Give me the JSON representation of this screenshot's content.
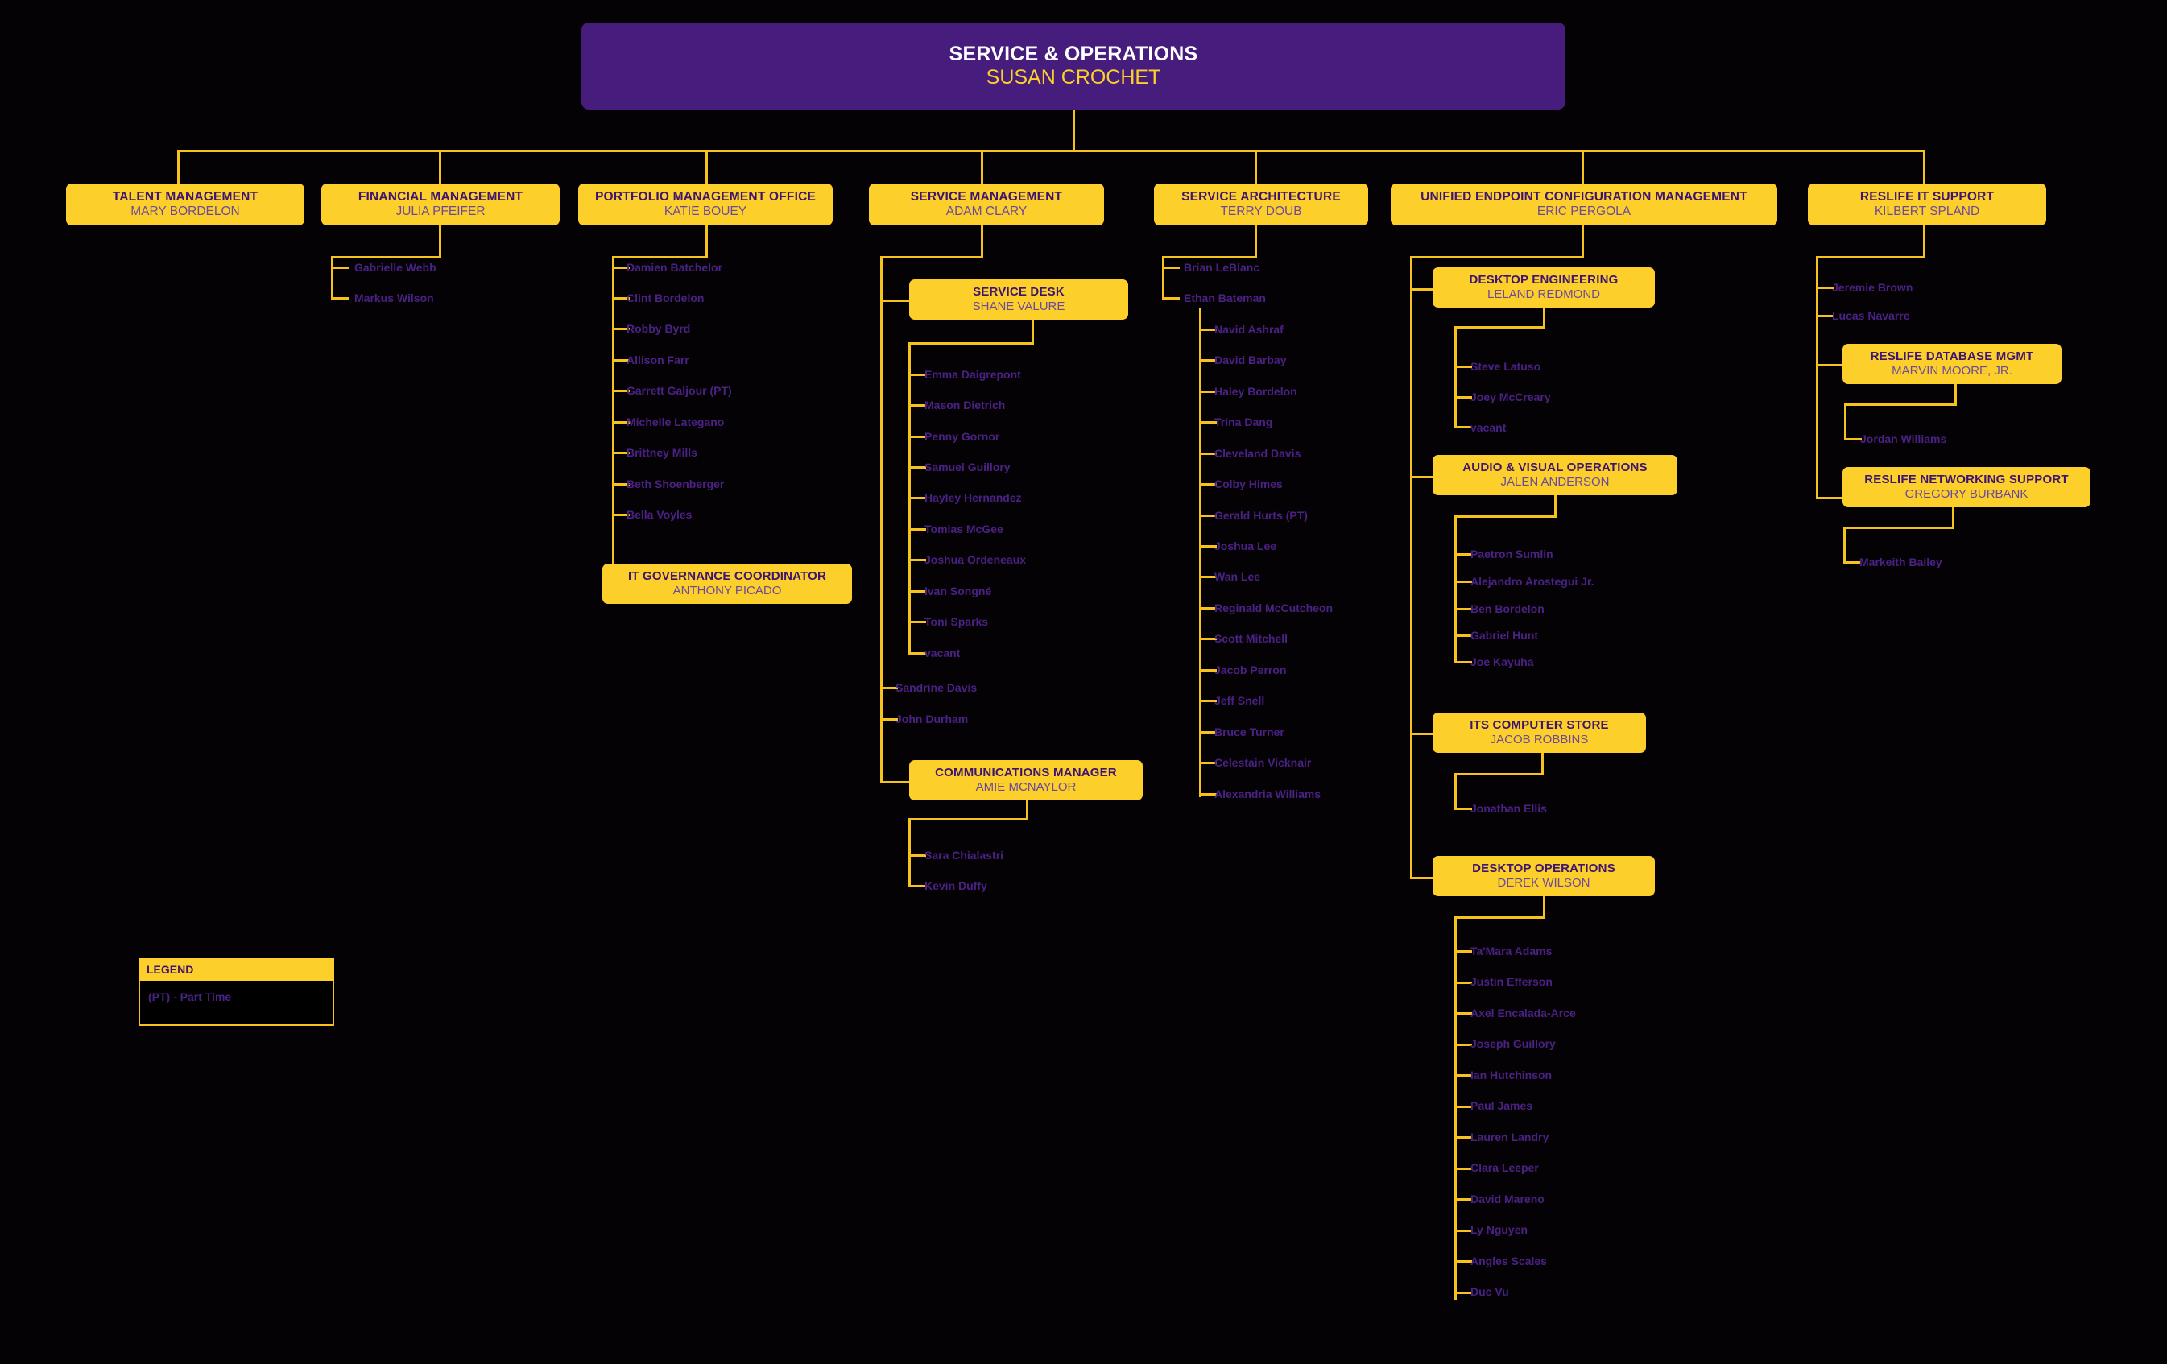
{
  "colors": {
    "purple": "#461D7C",
    "gold": "#FDCF2B",
    "line": "#F5C31C",
    "background": "#000000",
    "name_text": "#4A2184",
    "subtitle_on_gold": "#6B4A9C"
  },
  "root": {
    "title": "SERVICE & OPERATIONS",
    "person": "SUSAN CROCHET"
  },
  "departments": [
    {
      "id": "talent-management",
      "title": "TALENT MANAGEMENT",
      "person": "MARY BORDELON",
      "reports": []
    },
    {
      "id": "financial-management",
      "title": "FINANCIAL MANAGEMENT",
      "person": "JULIA PFEIFER",
      "reports": [
        "Gabrielle Webb",
        "Markus Wilson"
      ]
    },
    {
      "id": "portfolio-management-office",
      "title": "PORTFOLIO MANAGEMENT OFFICE",
      "person": "KATIE BOUEY",
      "reports": [
        "Damien Batchelor",
        "Clint Bordelon",
        "Robby Byrd",
        "Allison Farr",
        "Garrett Galjour (PT)",
        "Michelle Lategano",
        "Brittney Mills",
        "Beth Shoenberger",
        "Bella Voyles"
      ],
      "sub_units": [
        {
          "id": "it-governance-coordinator",
          "title": "IT GOVERNANCE COORDINATOR",
          "person": "ANTHONY PICADO",
          "reports": []
        }
      ]
    },
    {
      "id": "service-management",
      "title": "SERVICE MANAGEMENT",
      "person": "ADAM CLARY",
      "reports": [
        "Sandrine Davis",
        "John Durham"
      ],
      "sub_units": [
        {
          "id": "service-desk",
          "title": "SERVICE DESK",
          "person": "SHANE VALURE",
          "reports": [
            "Emma Daigrepont",
            "Mason Dietrich",
            "Penny Gornor",
            "Samuel Guillory",
            "Hayley Hernandez",
            "Tomias McGee",
            "Joshua Ordeneaux",
            "Ivan Songné",
            "Toni Sparks",
            "vacant"
          ]
        },
        {
          "id": "communications-manager",
          "title": "COMMUNICATIONS MANAGER",
          "person": "AMIE MCNAYLOR",
          "reports": [
            "Sara Chialastri",
            "Kevin Duffy"
          ]
        }
      ]
    },
    {
      "id": "service-architecture",
      "title": "SERVICE ARCHITECTURE",
      "person": "TERRY DOUB",
      "reports": [
        "Brian LeBlanc",
        "Ethan Bateman"
      ],
      "nested_reports": [
        "Navid Ashraf",
        "David Barbay",
        "Haley Bordelon",
        "Trina Dang",
        "Cleveland Davis",
        "Colby Himes",
        "Gerald Hurts (PT)",
        "Joshua Lee",
        "Wan Lee",
        "Reginald McCutcheon",
        "Scott Mitchell",
        "Jacob Perron",
        "Jeff Snell",
        "Bruce Turner",
        "Celestain Vicknair",
        "Alexandria Williams"
      ]
    },
    {
      "id": "unified-endpoint-configuration-management",
      "title": "UNIFIED ENDPOINT CONFIGURATION MANAGEMENT",
      "person": "ERIC PERGOLA",
      "reports": [],
      "sub_units": [
        {
          "id": "desktop-engineering",
          "title": "DESKTOP ENGINEERING",
          "person": "LELAND REDMOND",
          "reports": [
            "Steve Latuso",
            "Joey McCreary",
            "vacant"
          ]
        },
        {
          "id": "audio-visual-operations",
          "title": "AUDIO & VISUAL OPERATIONS",
          "person": "JALEN ANDERSON",
          "reports": [
            "Paetron Sumlin",
            "Alejandro Arostegui Jr.",
            "Ben Bordelon",
            "Gabriel Hunt",
            "Joe Kayuha"
          ]
        },
        {
          "id": "its-computer-store",
          "title": "ITS COMPUTER STORE",
          "person": "JACOB ROBBINS",
          "reports": [
            "Jonathan Ellis"
          ]
        },
        {
          "id": "desktop-operations",
          "title": "DESKTOP OPERATIONS",
          "person": "DEREK WILSON",
          "reports": [
            "Ta'Mara Adams",
            "Justin Efferson",
            "Axel Encalada-Arce",
            "Joseph Guillory",
            "Ian Hutchinson",
            "Paul James",
            "Lauren Landry",
            "Clara Leeper",
            "David Mareno",
            "Ly Nguyen",
            "Angles Scales",
            "Duc Vu"
          ]
        }
      ]
    },
    {
      "id": "reslife-it-support",
      "title": "RESLIFE IT SUPPORT",
      "person": "KILBERT SPLAND",
      "reports": [
        "Jeremie Brown",
        "Lucas Navarre"
      ],
      "sub_units": [
        {
          "id": "reslife-database-mgmt",
          "title": "RESLIFE DATABASE MGMT",
          "person": "MARVIN MOORE, JR.",
          "reports": [
            "Jordan Williams"
          ]
        },
        {
          "id": "reslife-networking-support",
          "title": "RESLIFE NETWORKING SUPPORT",
          "person": "GREGORY BURBANK",
          "reports": [
            "Markeith Bailey"
          ]
        }
      ]
    }
  ],
  "legend": {
    "header": "LEGEND",
    "items": [
      "(PT) - Part Time"
    ]
  }
}
